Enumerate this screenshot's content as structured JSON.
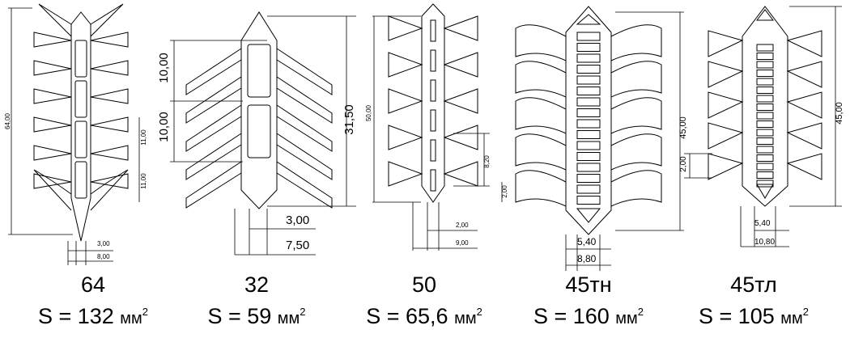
{
  "sections": [
    {
      "name": "64",
      "area_label": "S = 132",
      "unit": "мм",
      "power": "2",
      "dims": {
        "height": "64,00",
        "step_a": "11,00",
        "step_b": "11,00",
        "core": "3,00",
        "width": "8,00"
      }
    },
    {
      "name": "32",
      "area_label": "S = 59",
      "unit": "мм",
      "power": "2",
      "dims": {
        "step_a": "10,00",
        "step_b": "10,00",
        "height": "31,50",
        "core": "3,00",
        "width": "7,50"
      }
    },
    {
      "name": "50",
      "area_label": "S = 65,6",
      "unit": "мм",
      "power": "2",
      "dims": {
        "height": "50,00",
        "pitch": "8,20",
        "gap": "2,00",
        "core": "2,00",
        "width": "9,00"
      }
    },
    {
      "name": "45тн",
      "area_label": "S = 160",
      "unit": "мм",
      "power": "2",
      "dims": {
        "height": "45,00",
        "core": "5,40",
        "width": "8,80"
      }
    },
    {
      "name": "45тл",
      "area_label": "S = 105",
      "unit": "мм",
      "power": "2",
      "dims": {
        "gap": "2,00",
        "height": "45,00",
        "core": "5,40",
        "width": "10,80"
      }
    }
  ]
}
